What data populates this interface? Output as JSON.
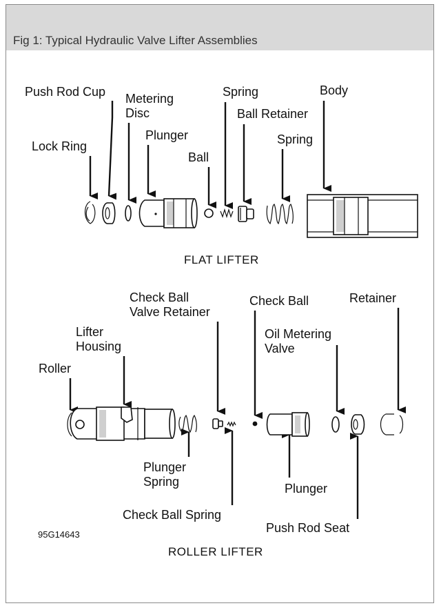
{
  "header": {
    "title": "Fig 1: Typical Hydraulic Valve Lifter Assemblies"
  },
  "flat_lifter": {
    "section_label": "FLAT LIFTER",
    "labels": {
      "push_rod_cup": "Push Rod Cup",
      "metering_disc_1": "Metering",
      "metering_disc_2": "Disc",
      "lock_ring": "Lock Ring",
      "plunger": "Plunger",
      "ball": "Ball",
      "spring_small": "Spring",
      "ball_retainer": "Ball Retainer",
      "spring_large": "Spring",
      "body": "Body"
    }
  },
  "roller_lifter": {
    "section_label": "ROLLER LIFTER",
    "labels": {
      "check_ball_valve_retainer_1": "Check Ball",
      "check_ball_valve_retainer_2": "Valve Retainer",
      "check_ball": "Check Ball",
      "retainer": "Retainer",
      "lifter_housing_1": "Lifter",
      "lifter_housing_2": "Housing",
      "oil_metering_valve_1": "Oil Metering",
      "oil_metering_valve_2": "Valve",
      "roller": "Roller",
      "plunger_spring_1": "Plunger",
      "plunger_spring_2": "Spring",
      "plunger": "Plunger",
      "check_ball_spring": "Check Ball Spring",
      "push_rod_seat": "Push Rod Seat"
    }
  },
  "figure_code": "95G14643"
}
